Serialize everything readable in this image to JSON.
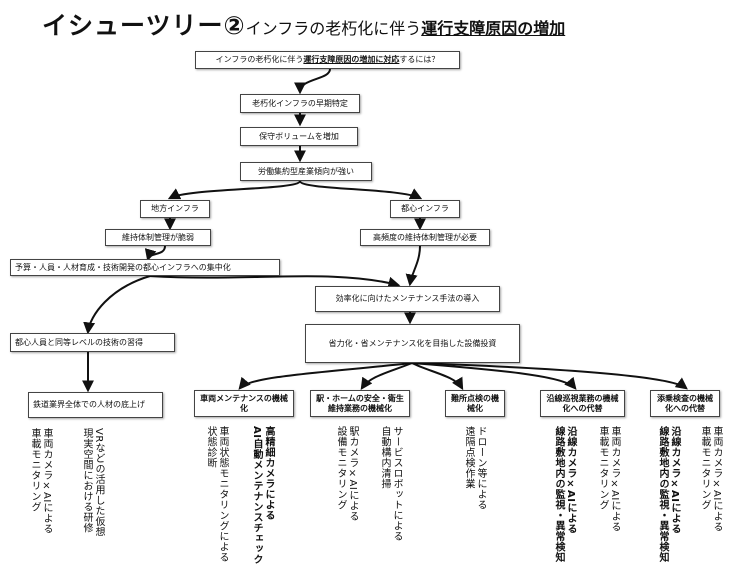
{
  "title": {
    "main": "イシューツリー②",
    "sub": "インフラの老朽化に伴う",
    "emphasis": "運行支障原因の増加"
  },
  "nodes": {
    "root": {
      "pre": "インフラの老朽化に伴う",
      "emph": "運行支障原因の増加に対応",
      "post": "するには？"
    },
    "n1": "老朽化インフラの早期特定",
    "n2": "保守ボリュームを増加",
    "n3": "労働集約型産業傾向が強い",
    "local": "地方インフラ",
    "city": "都心インフラ",
    "local_sub": "維持体制管理が脆弱",
    "city_sub": "高頻度の維持体制管理が必要",
    "concentration": "予算・人員・人材育成・技術開発の都心インフラへの集中化",
    "efficiency": "効率化に向けたメンテナンス手法の導入",
    "investment": "省力化・省メンテナンス化を目指した設備投資",
    "skills": "都心人員と同等レベルの技術の習得",
    "industry": "鉄道業界全体での人材の底上げ",
    "vehicle": "車両メンテナンスの機械化",
    "station": "駅・ホームの安全・衛生維持業務の機械化",
    "spot": "難所点検の機械化",
    "patrol": "沿線巡視業務の機械化への代替",
    "ride": "添乗検査の機械化への代替"
  },
  "leaves": {
    "industry": [
      "車両カメラ×AIによる\n車載モニタリング",
      "VRなどの活用した仮想\n現実空間における研修"
    ],
    "vehicle": [
      "車両状態モニタリングによる\n状態診断",
      "高精細カメラによる\nAI自動メンテナンスチェック"
    ],
    "station": [
      "駅カメラ×AIによる\n設備モニタリング",
      "サービスロボットによる\n自動構内清掃"
    ],
    "spot": [
      "ドローン等による\n遠隔点検作業"
    ],
    "patrol": [
      "沿線カメラ×AIによる\n線路敷地内の監視・異常検知",
      "車両カメラ×AIによる\n車載モニタリング"
    ],
    "ride": [
      "沿線カメラ×AIによる\n線路敷地内の監視・異常検知",
      "車両カメラ×AIによる\n車載モニタリング"
    ]
  }
}
